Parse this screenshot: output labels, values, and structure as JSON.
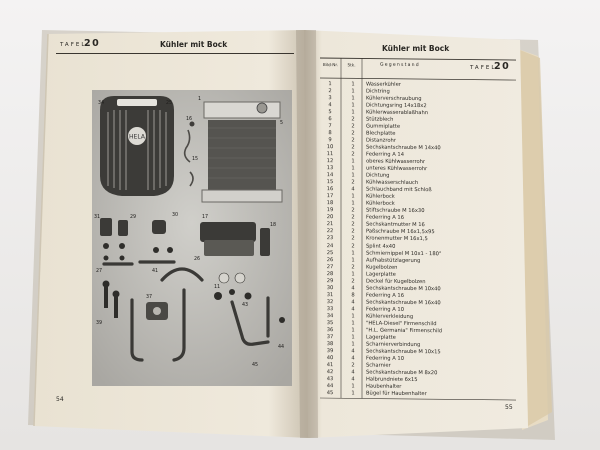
{
  "left_page": {
    "tafel_label": "TAFEL",
    "tafel_number": "20",
    "title": "Kühler mit Bock",
    "page_number": "54"
  },
  "right_page": {
    "title": "Kühler mit Bock",
    "tafel_label": "TAFEL",
    "tafel_number": "20",
    "page_number": "55",
    "columns": {
      "bild_nr": "Bild-Nr.",
      "stueck": "Stk.",
      "gegenstand": "Gegenstand"
    },
    "rows": [
      {
        "n": "1",
        "q": "1",
        "d": "Wasserkühler"
      },
      {
        "n": "2",
        "q": "1",
        "d": "Dichtring"
      },
      {
        "n": "3",
        "q": "1",
        "d": "Kühlerverschraubung"
      },
      {
        "n": "4",
        "q": "1",
        "d": "Dichtungsring 14x18x2"
      },
      {
        "n": "5",
        "q": "1",
        "d": "Kühlerwasserablaßhahn"
      },
      {
        "n": "6",
        "q": "2",
        "d": "Stützblech"
      },
      {
        "n": "7",
        "q": "2",
        "d": "Gummiplatte"
      },
      {
        "n": "8",
        "q": "2",
        "d": "Blechplatte"
      },
      {
        "n": "9",
        "q": "2",
        "d": "Distanzrohr"
      },
      {
        "n": "10",
        "q": "2",
        "d": "Sechskantschraube M 14x40"
      },
      {
        "n": "11",
        "q": "2",
        "d": "Federring A 14"
      },
      {
        "n": "12",
        "q": "1",
        "d": "oberes Kühlwasserrohr"
      },
      {
        "n": "13",
        "q": "1",
        "d": "unteres Kühlwasserrohr"
      },
      {
        "n": "14",
        "q": "1",
        "d": "Dichtung"
      },
      {
        "n": "15",
        "q": "2",
        "d": "Kühlwasserschlauch"
      },
      {
        "n": "16",
        "q": "4",
        "d": "Schlauchband mit Schloß"
      },
      {
        "n": "17",
        "q": "1",
        "d": "Kühlerbock"
      },
      {
        "n": "18",
        "q": "1",
        "d": "Kühlerbock"
      },
      {
        "n": "19",
        "q": "2",
        "d": "Stiftschraube M 16x30"
      },
      {
        "n": "20",
        "q": "2",
        "d": "Federring A 16"
      },
      {
        "n": "21",
        "q": "2",
        "d": "Sechskantmutter M 16"
      },
      {
        "n": "22",
        "q": "2",
        "d": "Paßschraube M 16x1,5x95"
      },
      {
        "n": "23",
        "q": "2",
        "d": "Kronenmutter M 16x1,5"
      },
      {
        "n": "24",
        "q": "2",
        "d": "Splint 4x40"
      },
      {
        "n": "25",
        "q": "1",
        "d": "Schmiernippel M 10x1 - 180°"
      },
      {
        "n": "26",
        "q": "1",
        "d": "Aufhabstützlagerung"
      },
      {
        "n": "27",
        "q": "2",
        "d": "Kugelbolzen"
      },
      {
        "n": "28",
        "q": "1",
        "d": "Lagerplatte"
      },
      {
        "n": "29",
        "q": "2",
        "d": "Deckel für Kugelbolzen"
      },
      {
        "n": "30",
        "q": "4",
        "d": "Sechskantschraube M 10x40"
      },
      {
        "n": "31",
        "q": "8",
        "d": "Federring A 16"
      },
      {
        "n": "32",
        "q": "4",
        "d": "Sechskantschraube M 16x40"
      },
      {
        "n": "33",
        "q": "4",
        "d": "Federring A 10"
      },
      {
        "n": "34",
        "q": "1",
        "d": "Kühlerverkleidung"
      },
      {
        "n": "35",
        "q": "1",
        "d": "\"HELA-Diesel\" Firmenschild"
      },
      {
        "n": "36",
        "q": "1",
        "d": "\"H.L. Germania\" Firmenschild"
      },
      {
        "n": "37",
        "q": "1",
        "d": "Lagerplatte"
      },
      {
        "n": "38",
        "q": "1",
        "d": "Scharnierverbindung"
      },
      {
        "n": "39",
        "q": "4",
        "d": "Sechskantschraube M 10x15"
      },
      {
        "n": "40",
        "q": "4",
        "d": "Federring A 10"
      },
      {
        "n": "41",
        "q": "2",
        "d": "Scharnier"
      },
      {
        "n": "42",
        "q": "4",
        "d": "Sechskantschraube M 8x20"
      },
      {
        "n": "43",
        "q": "4",
        "d": "Halbrundniete 6x15"
      },
      {
        "n": "44",
        "q": "1",
        "d": "Haubenhalter"
      },
      {
        "n": "45",
        "q": "1",
        "d": "Bügel für Haubenhalter"
      }
    ]
  }
}
